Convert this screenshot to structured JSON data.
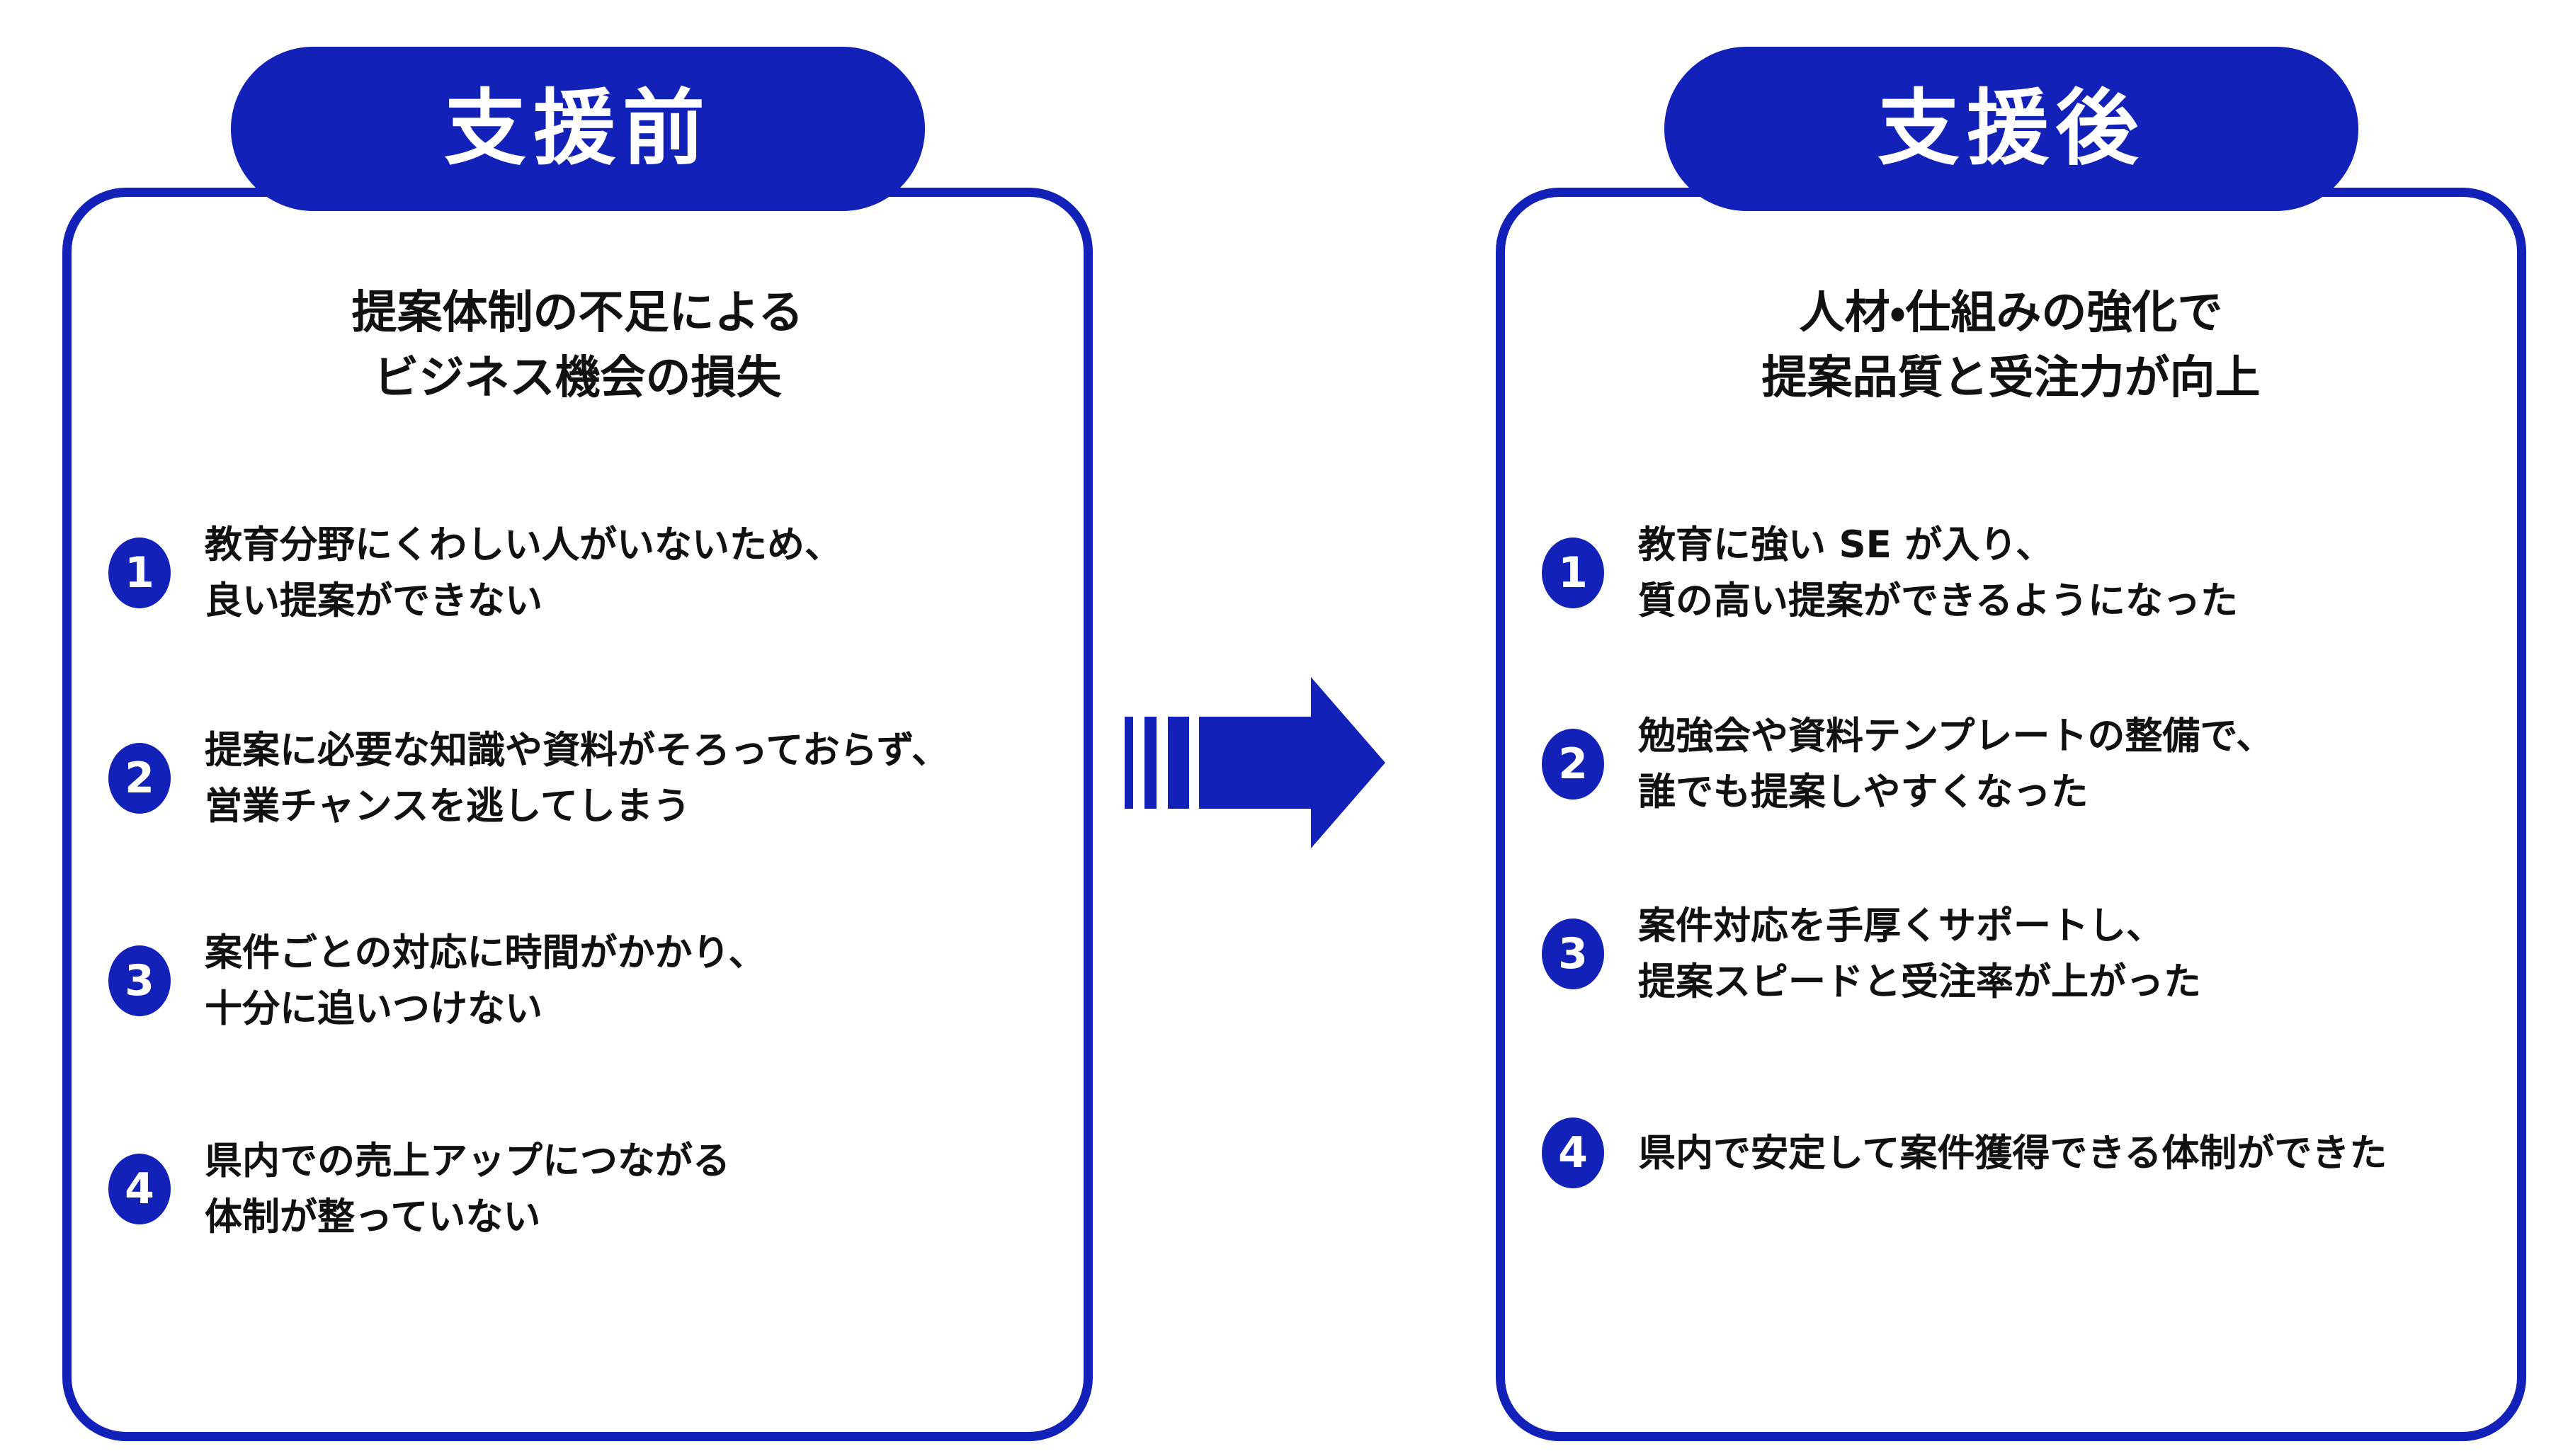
{
  "colors": {
    "blue": "#1221b7",
    "ink": "#111111",
    "paper": "#ffffff"
  },
  "left_panel": {
    "title": "支援前",
    "subtitle_lines": [
      "提案体制の不足による",
      "ビジネス機会の損失"
    ],
    "items": [
      {
        "number": "1",
        "lines": [
          "教育分野にくわしい人がいないため、",
          "良い提案ができない"
        ]
      },
      {
        "number": "2",
        "lines": [
          "提案に必要な知識や資料がそろっておらず、",
          "営業チャンスを逃してしまう"
        ]
      },
      {
        "number": "3",
        "lines": [
          "案件ごとの対応に時間がかかり、",
          "十分に追いつけない"
        ]
      },
      {
        "number": "4",
        "lines": [
          "県内での売上アップにつながる",
          "体制が整っていない"
        ]
      }
    ]
  },
  "right_panel": {
    "title": "支援後",
    "subtitle_lines": [
      "人材・仕組みの強化で",
      "提案品質と受注力が向上"
    ],
    "items": [
      {
        "number": "1",
        "lines": [
          "教育に強い SE が入り、",
          "質の高い提案ができるようになった"
        ]
      },
      {
        "number": "2",
        "lines": [
          "勉強会や資料テンプレートの整備で、",
          "誰でも提案しやすくなった"
        ]
      },
      {
        "number": "3",
        "lines": [
          "案件対応を手厚くサポートし、",
          "提案スピードと受注率が上がった"
        ]
      },
      {
        "number": "4",
        "lines": [
          "県内で安定して案件獲得できる体制ができた"
        ]
      }
    ]
  },
  "arrow": {
    "meaning": "before-to-after transition"
  }
}
